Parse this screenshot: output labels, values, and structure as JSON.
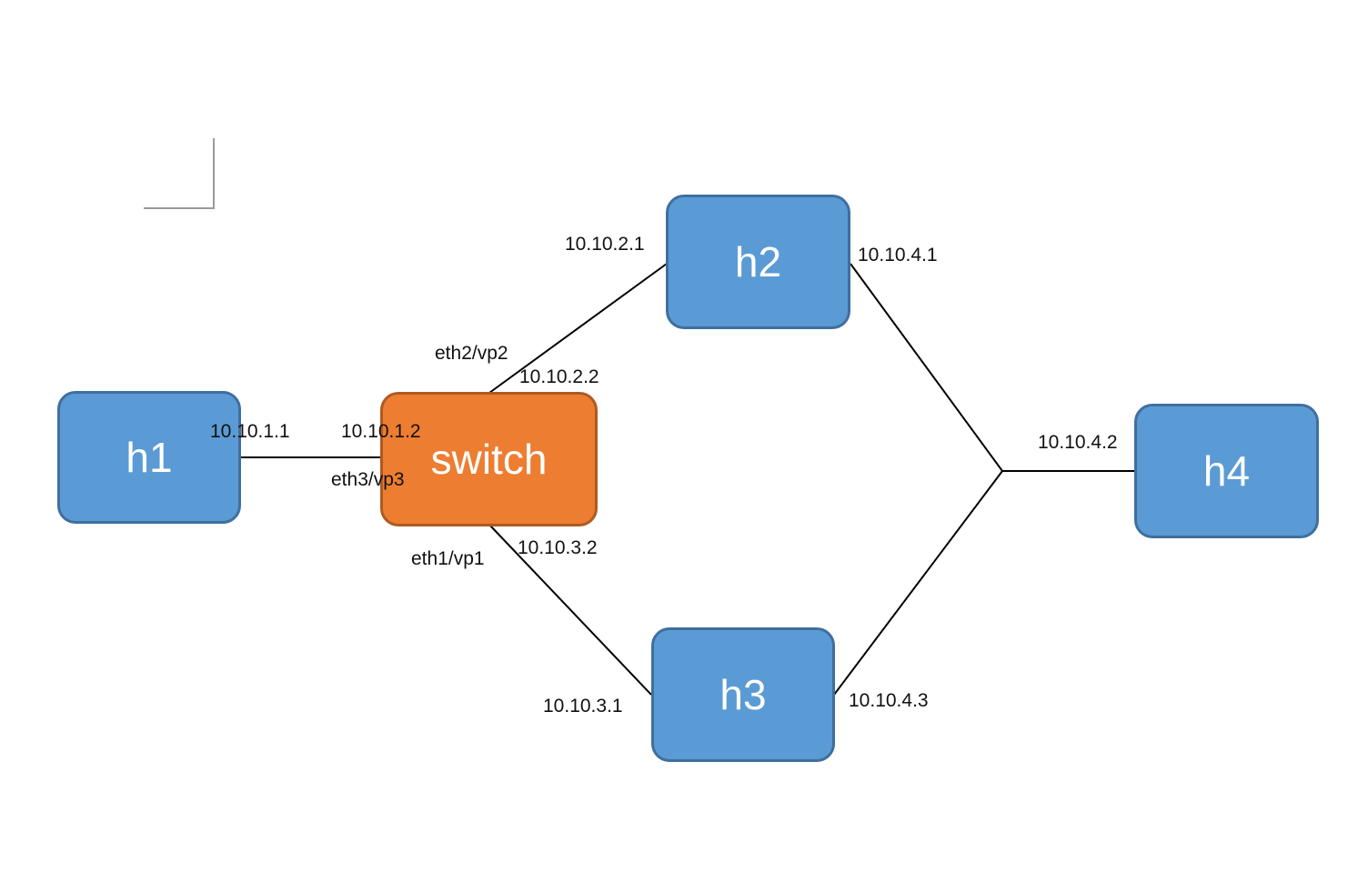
{
  "colors": {
    "host_fill": "#5b9bd5",
    "host_border": "#3f6f9f",
    "switch_fill": "#ed7d31",
    "switch_border": "#ae5a21",
    "link": "#000000",
    "text_on_node": "#ffffff"
  },
  "nodes": {
    "h1": "h1",
    "h2": "h2",
    "h3": "h3",
    "h4": "h4",
    "switch": "switch"
  },
  "links": [
    {
      "from": "h1",
      "to": "switch"
    },
    {
      "from": "switch",
      "to": "h2"
    },
    {
      "from": "switch",
      "to": "h3"
    },
    {
      "from": "h2",
      "to": "junction"
    },
    {
      "from": "h3",
      "to": "junction"
    },
    {
      "from": "junction",
      "to": "h4"
    }
  ],
  "labels": {
    "h1_ip": "10.10.1.1",
    "switch_ip_h1": "10.10.1.2",
    "switch_port_h1": "eth3/vp3",
    "h2_ip_switch": "10.10.2.1",
    "switch_port_h2": "eth2/vp2",
    "switch_ip_h2": "10.10.2.2",
    "switch_port_h3": "eth1/vp1",
    "switch_ip_h3": "10.10.3.2",
    "h3_ip_switch": "10.10.3.1",
    "h2_ip_h4": "10.10.4.1",
    "h4_ip": "10.10.4.2",
    "h3_ip_h4": "10.10.4.3"
  }
}
